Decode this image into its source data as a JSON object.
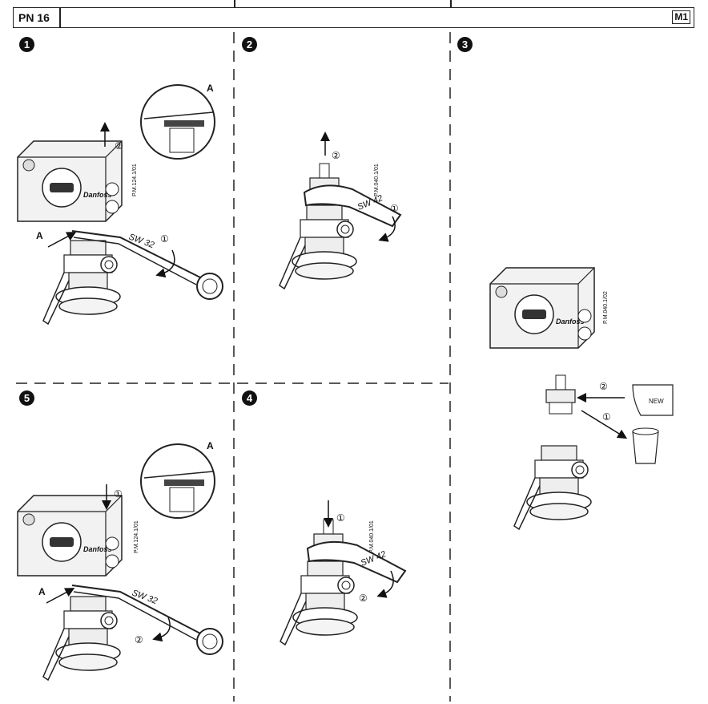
{
  "header": {
    "pn_label": "PN 16",
    "badge": "M1"
  },
  "steps": {
    "s1": {
      "number": "1",
      "code": "P.M.124.1/01",
      "wrench": "SW 32",
      "arrow_a": "①",
      "arrow_b": "②",
      "detail": "A",
      "pointer": "A"
    },
    "s2": {
      "number": "2",
      "code": "P.M.040.1/01",
      "wrench": "SW 42",
      "arrow_a": "①",
      "arrow_b": "②"
    },
    "s3": {
      "number": "3",
      "code": "P.M.040.1/02",
      "new_label": "NEW",
      "arrow_a": "①",
      "arrow_b": "②"
    },
    "s4": {
      "number": "4",
      "code": "P.M.040.1/01",
      "wrench": "SW 42",
      "arrow_a": "①",
      "arrow_b": "②"
    },
    "s5": {
      "number": "5",
      "code": "P.M.124.1/01",
      "wrench": "SW 32",
      "arrow_a": "①",
      "arrow_b": "②",
      "detail": "A",
      "pointer": "A"
    }
  },
  "colors": {
    "line": "#222222",
    "background": "#ffffff"
  }
}
